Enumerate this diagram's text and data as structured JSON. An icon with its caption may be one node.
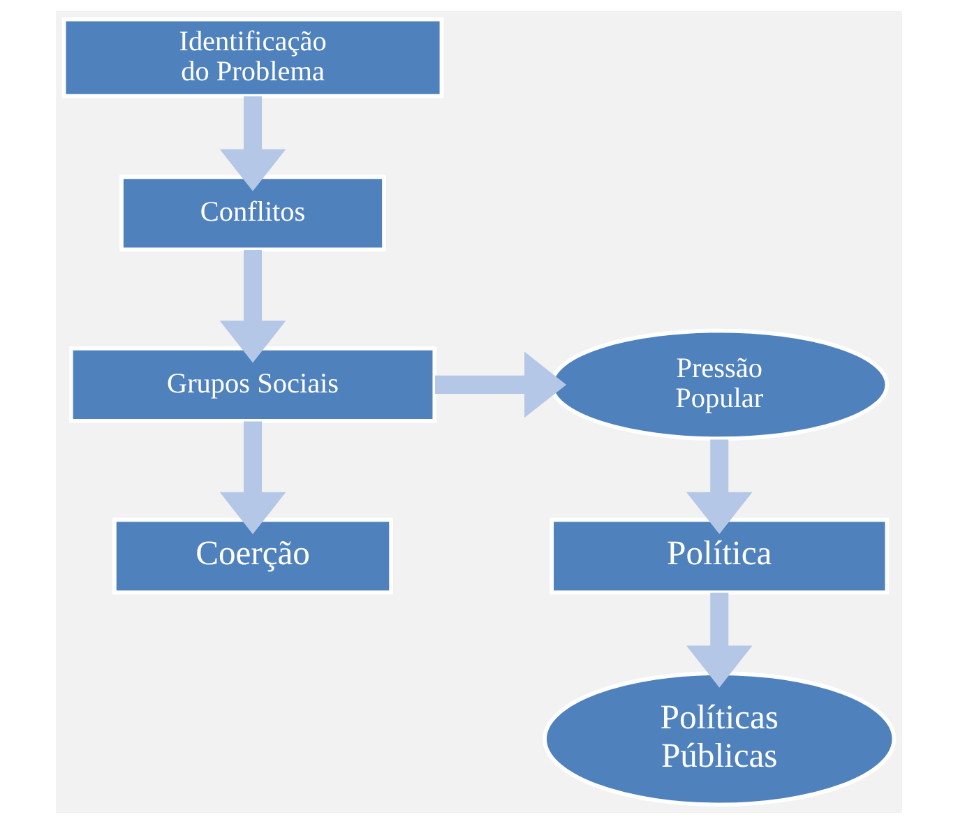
{
  "diagram": {
    "nodes": [
      {
        "text": [
          "Identificação do Problema"
        ]
      },
      {
        "text": [
          "Conflitos"
        ]
      },
      {
        "text": [
          "Grupos Sociais"
        ]
      },
      {
        "text": [
          "Pressão Popular"
        ]
      },
      {
        "text": [
          "Coerção"
        ]
      },
      {
        "text": [
          "Política"
        ]
      },
      {
        "text": [
          "Políticas Públicas"
        ]
      }
    ],
    "edges": [
      {
        "from": 0,
        "to": 1,
        "arrow": "to"
      },
      {
        "from": 1,
        "to": 2,
        "arrow": "to"
      },
      {
        "from": 2,
        "to": 3,
        "arrow": "to"
      },
      {
        "from": 2,
        "to": 4,
        "arrow": "to"
      },
      {
        "from": 3,
        "to": 5,
        "arrow": "to"
      },
      {
        "from": 5,
        "to": 6,
        "arrow": "to"
      }
    ]
  }
}
